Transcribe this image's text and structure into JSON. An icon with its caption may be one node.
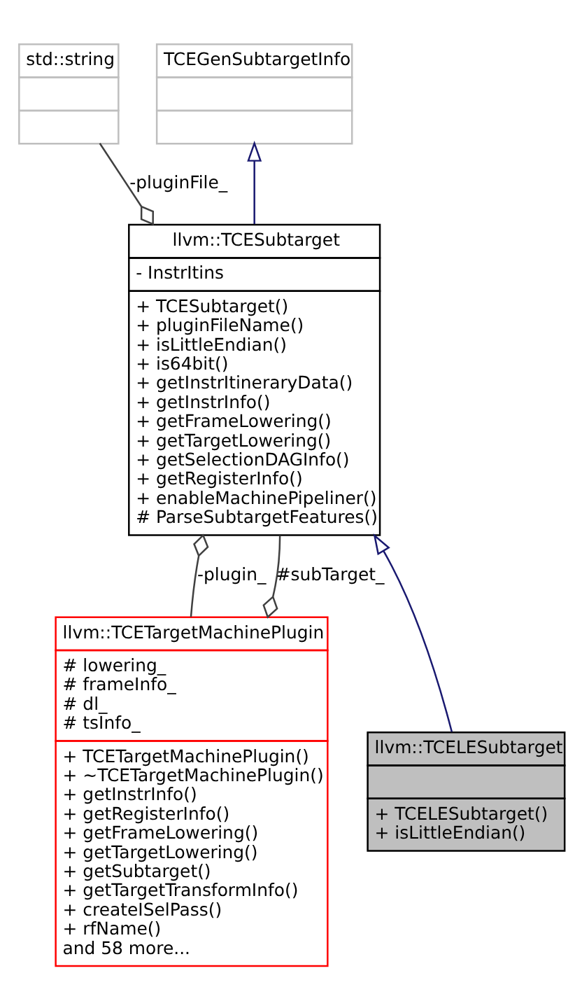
{
  "diagram": {
    "nodes": [
      {
        "text": [
          "TCEGenSubtargetInfo"
        ]
      },
      {
        "text": [
          "std::string"
        ]
      },
      {
        "text": [
          "llvm::TCESubtarget",
          "- InstrItins",
          "+ TCESubtarget()",
          "+ pluginFileName()",
          "+ isLittleEndian()",
          "+ is64bit()",
          "+ getInstrItineraryData()",
          "+ getInstrInfo()",
          "+ getFrameLowering()",
          "+ getTargetLowering()",
          "+ getSelectionDAGInfo()",
          "+ getRegisterInfo()",
          "+ enableMachinePipeliner()",
          "# ParseSubtargetFeatures()"
        ]
      },
      {
        "text": [
          "llvm::TCETargetMachinePlugin",
          "# lowering_",
          "# frameInfo_",
          "# dl_",
          "# tsInfo_",
          "+ TCETargetMachinePlugin()",
          "+ ~TCETargetMachinePlugin()",
          "+ getInstrInfo()",
          "+ getRegisterInfo()",
          "+ getFrameLowering()",
          "+ getTargetLowering()",
          "+ getSubtarget()",
          "+ getTargetTransformInfo()",
          "+ createISelPass()",
          "+ rfName()",
          "and 58 more..."
        ]
      },
      {
        "text": [
          "llvm::TCELESubtarget",
          "+ TCELESubtarget()",
          "+ isLittleEndian()"
        ]
      }
    ],
    "edges": [
      {
        "from": 2,
        "to": 0,
        "arrow": "to",
        "color": "#191970"
      },
      {
        "from": 1,
        "to": 2,
        "arrow": "other",
        "label": "-pluginFile_"
      },
      {
        "from": 4,
        "to": 2,
        "arrow": "to",
        "color": "#191970"
      },
      {
        "from": 2,
        "to": 3,
        "arrow": "other",
        "label": "#subTarget_"
      },
      {
        "from": 3,
        "to": 2,
        "arrow": "other",
        "label": "-plugin_"
      }
    ]
  }
}
